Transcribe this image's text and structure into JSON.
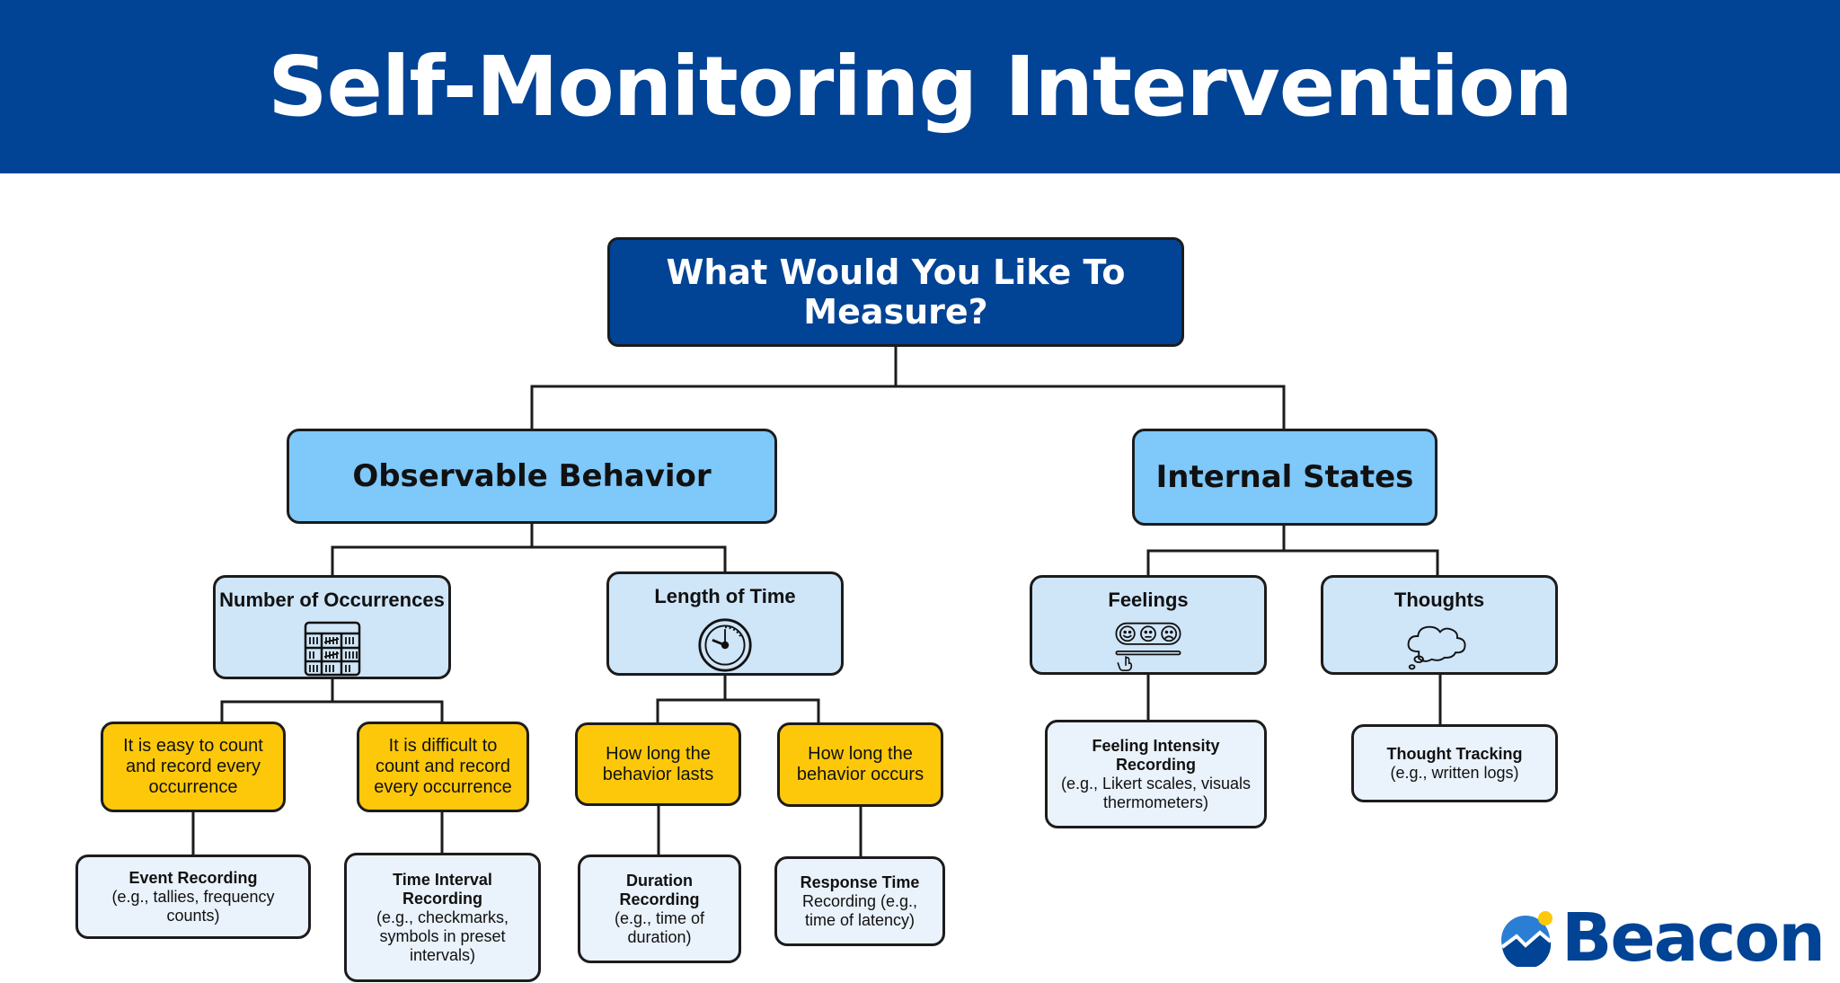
{
  "header": {
    "title": "Self-Monitoring Intervention"
  },
  "root": {
    "label": "What Would You Like To Measure?"
  },
  "categories": {
    "observable": "Observable Behavior",
    "internal": "Internal States"
  },
  "subcategories": {
    "occurrences": "Number of Occurrences",
    "length": "Length of Time",
    "feelings": "Feelings",
    "thoughts": "Thoughts"
  },
  "conditions": {
    "easy": "It is easy to count and record every occurrence",
    "difficult": "It is difficult to count and record every occurrence",
    "lasts": "How long the behavior lasts",
    "occurs": "How long the behavior occurs"
  },
  "methods": {
    "event": {
      "title": "Event Recording",
      "detail": "(e.g., tallies, frequency counts)"
    },
    "interval": {
      "title": "Time Interval Recording",
      "detail": "(e.g., checkmarks, symbols in preset intervals)"
    },
    "duration": {
      "title": "Duration Recording",
      "detail": "(e.g., time of duration)"
    },
    "response": {
      "title": "Response Time",
      "detail": "Recording (e.g., time of latency)"
    },
    "feeling": {
      "title": "Feeling Intensity Recording",
      "detail": "(e.g., Likert scales, visuals thermometers)"
    },
    "thought": {
      "title": "Thought Tracking",
      "detail": "(e.g., written logs)"
    }
  },
  "logo": {
    "text": "Beacon"
  },
  "colors": {
    "header": "#014395",
    "category": "#7ec8fa",
    "subcategory": "#cfe5f8",
    "condition": "#fec80a",
    "method": "#eaf2fb",
    "logo_accent": "#fec80a"
  }
}
